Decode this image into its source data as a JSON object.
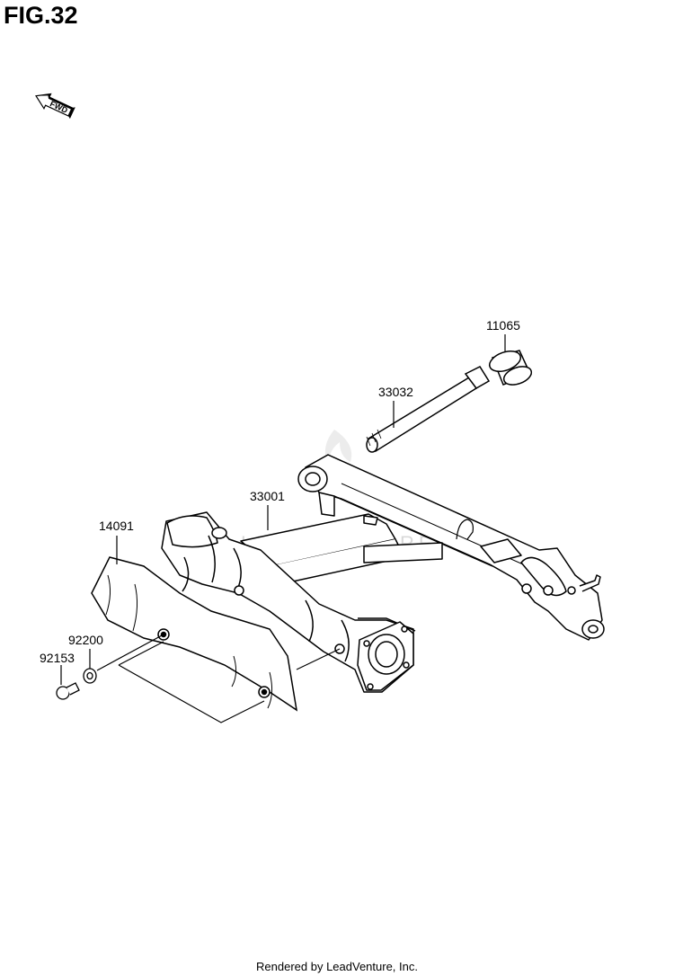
{
  "figure": {
    "title": "FIG.32"
  },
  "fwd_arrow": {
    "text": "FWD",
    "icon": "forward-arrow-icon"
  },
  "watermark": {
    "text": "LEADVENTURE"
  },
  "parts": [
    {
      "id": "11065",
      "label": "11065",
      "description_icon": "bushing-icon"
    },
    {
      "id": "33032",
      "label": "33032",
      "description_icon": "pivot-shaft-icon"
    },
    {
      "id": "33001",
      "label": "33001",
      "description_icon": "swingarm-icon"
    },
    {
      "id": "14091",
      "label": "14091",
      "description_icon": "cover-icon"
    },
    {
      "id": "92200",
      "label": "92200",
      "description_icon": "washer-icon"
    },
    {
      "id": "92153",
      "label": "92153",
      "description_icon": "bolt-icon"
    }
  ],
  "footer": {
    "text": "Rendered by LeadVenture, Inc."
  }
}
